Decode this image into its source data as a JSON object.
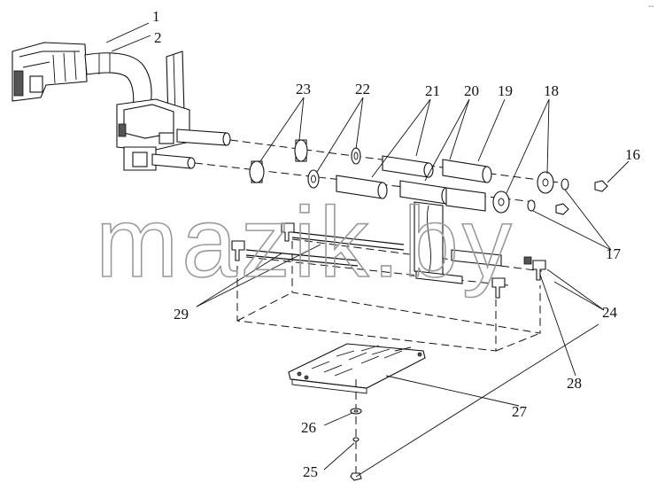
{
  "watermark": "mazik.by",
  "corner_mark": "--",
  "callouts": [
    "1",
    "2",
    "23",
    "22",
    "21",
    "20",
    "19",
    "18",
    "16",
    "17",
    "29",
    "24",
    "28",
    "27",
    "26",
    "25"
  ]
}
